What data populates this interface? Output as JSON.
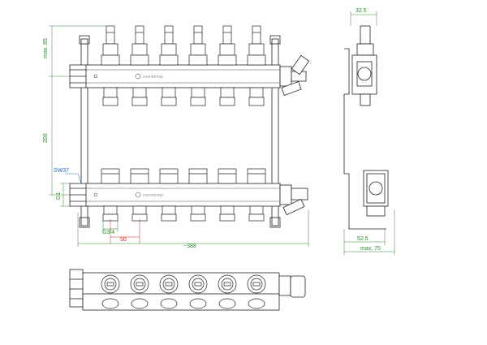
{
  "drawing": {
    "brand_label": "evenbrmep",
    "dimensions": {
      "top_max": "max. 85",
      "spacing": "200",
      "wrench": "SW37",
      "inlet_thread": "G1",
      "outlet_thread": "G3/4",
      "pitch": "50",
      "overall_length": "~388",
      "side_width": "32.5",
      "side_offset": "52.5",
      "side_max": "max. 75"
    }
  },
  "colors": {
    "line": "#222222",
    "dim_green": "#2a8a2a",
    "dim_blue": "#1e6fd0",
    "dim_red": "#d02020",
    "body_fill": "#ffffff"
  }
}
